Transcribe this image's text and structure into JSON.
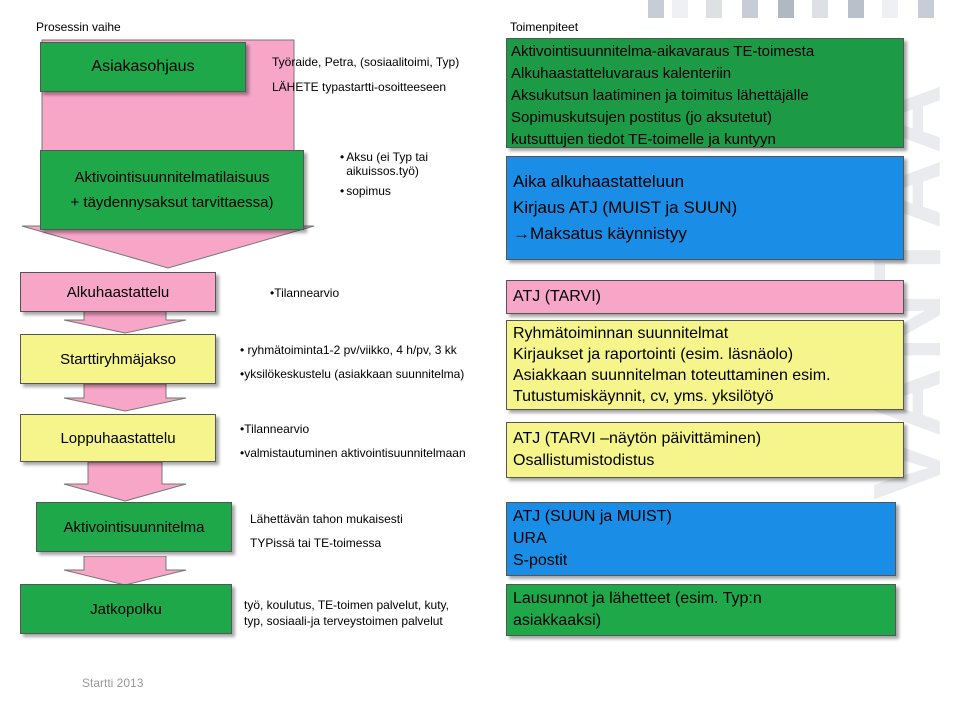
{
  "headers": {
    "process": "Prosessin vaihe",
    "actions": "Toimenpiteet"
  },
  "top": {
    "asiakasohjaus": "Asiakasohjaus",
    "aktiv_line1": "Aktivointisuunnitelmatilaisuus",
    "aktiv_line2": "+ täydennysaksut tarvittaessa)",
    "referral_line1": "Työraide, Petra, (sosiaalitoimi, Typ)",
    "referral_line2": "LÄHETE typastartti-osoitteeseen",
    "bullets": [
      "Aksu (ei Typ tai aikuissos.työ)",
      "sopimus"
    ],
    "green_actions": [
      "Aktivointisuunnitelma-aikavaraus TE-toimesta",
      "Alkuhaastatteluvaraus kalenteriin",
      "Aksukutsun laatiminen ja toimitus lähettäjälle",
      "Sopimuskutsujen postitus (jo aksutetut)",
      "kutsuttujen tiedot TE-toimelle ja kuntyyn"
    ],
    "blue_actions": [
      "Aika alkuhaastatteluun",
      "Kirjaus ATJ (MUIST ja SUUN)",
      "Maksatus käynnistyy"
    ]
  },
  "middle": {
    "alkuhaastattelu": "Alkuhaastattelu",
    "alku_note": "Tilannearvio",
    "alku_action": "ATJ (TARVI)",
    "starttiryhmajakso": "Starttiryhmäjakso",
    "start_notes": [
      "ryhmätoiminta1-2 pv/viikko, 4 h/pv, 3 kk",
      "yksilökeskustelu (asiakkaan suunnitelma)"
    ],
    "start_actions": [
      "Ryhmätoiminnan suunnitelmat",
      "Kirjaukset ja raportointi (esim. läsnäolo)",
      "Asiakkaan suunnitelman toteuttaminen esim.",
      "Tutustumiskäynnit, cv, yms. yksilötyö"
    ],
    "loppuhaastattelu": "Loppuhaastattelu",
    "loppu_notes": [
      "Tilannearvio",
      "valmistautuminen aktivointisuunnitelmaan"
    ],
    "loppu_actions": [
      "ATJ (TARVI –näytön päivittäminen)",
      "Osallistumistodistus"
    ]
  },
  "bottom": {
    "aktivointisuunnitelma": "Aktivointisuunnitelma",
    "aktiv_notes": [
      "Lähettävän tahon mukaisesti",
      "TYPissä tai TE-toimessa"
    ],
    "aktiv_actions": [
      "ATJ (SUUN ja MUIST)",
      "URA",
      "S-postit"
    ],
    "jatkopolku": "Jatkopolku",
    "jatko_notes": [
      "työ, koulutus, TE-toimen palvelut, kuty,",
      "typ, sosiaali-ja terveystoimen palvelut"
    ],
    "jatko_actions": [
      "Lausunnot ja lähetteet (esim. Typ:n",
      "asiakkaaksi)"
    ]
  },
  "footer": "Startti 2013",
  "watermark": "VANTAA",
  "colors": {
    "green": "#1fa84a",
    "yellow": "#f5f58c",
    "pink": "#f7a6c8",
    "blue": "#1a8ee6",
    "arrow": "#f7a6c8"
  }
}
